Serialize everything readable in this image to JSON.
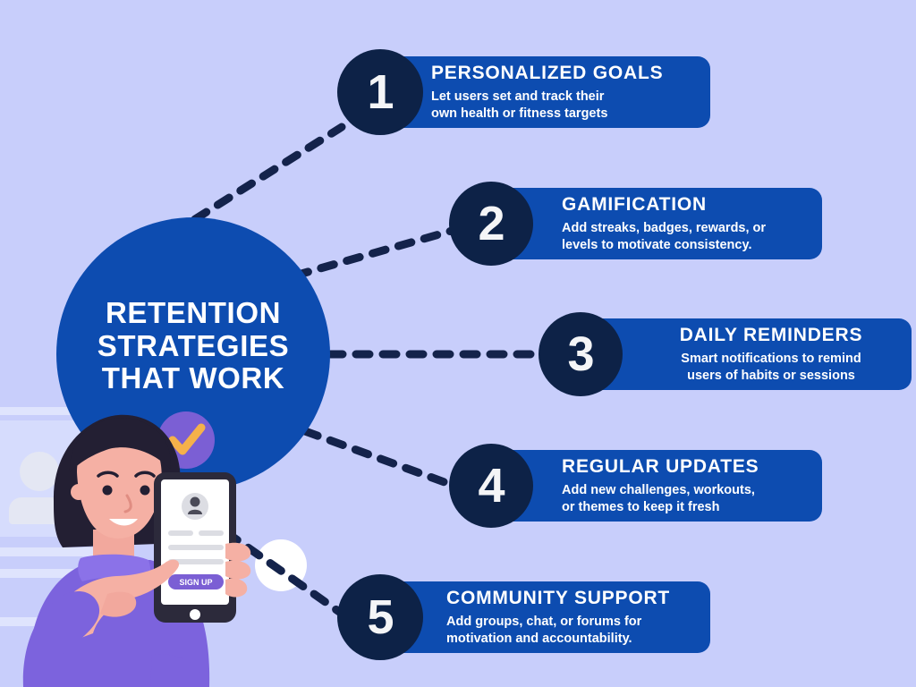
{
  "theme": {
    "background": "#c8cefb",
    "card_blue": "#0d4cb0",
    "badge_navy": "#0d2247",
    "text_white": "#ffffff",
    "accent_purple": "#7b5fd4",
    "accent_orange": "#f5b14a",
    "connector_navy": "#14234b"
  },
  "hub": {
    "title": "RETENTION\nSTRATEGIES\nTHAT WORK"
  },
  "steps": [
    {
      "number": "1",
      "title": "PERSONALIZED GOALS",
      "desc": "Let users set and track their\nown health or fitness targets",
      "align": "left"
    },
    {
      "number": "2",
      "title": "GAMIFICATION",
      "desc": "Add streaks, badges, rewards, or\nlevels to motivate consistency.",
      "align": "left"
    },
    {
      "number": "3",
      "title": "DAILY REMINDERS",
      "desc": "Smart notifications  to  remind\nusers of habits or sessions",
      "align": "center"
    },
    {
      "number": "4",
      "title": "REGULAR UPDATES",
      "desc": "Add new challenges, workouts,\nor themes to keep it fresh",
      "align": "left"
    },
    {
      "number": "5",
      "title": "COMMUNITY SUPPORT",
      "desc": "Add groups, chat, or forums for\nmotivation and accountability.",
      "align": "left"
    }
  ],
  "illustration": {
    "phone_button_label": "SIGN UP",
    "bubble_icon": "check-icon",
    "person_icon": "user-avatar-icon"
  }
}
